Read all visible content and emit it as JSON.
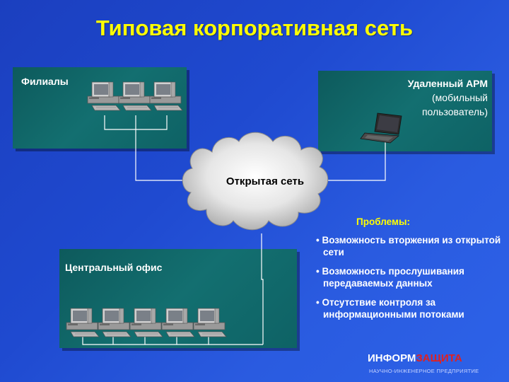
{
  "title": "Типовая корпоративная сеть",
  "branches": {
    "label": "Филиалы",
    "computers": 3
  },
  "remote": {
    "label_line1": "Удаленный АРМ",
    "label_line2": "(мобильный",
    "label_line3": "пользователь)"
  },
  "central": {
    "label": "Центральный офис",
    "computers": 5
  },
  "cloud": {
    "label": "Открытая сеть"
  },
  "problems": {
    "title": "Проблемы:",
    "items": [
      "Возможность вторжения из открытой сети",
      "Возможность прослушивания передаваемых данных",
      "Отсутствие контроля за информационными потоками"
    ]
  },
  "logo": {
    "part1": "ИНФОРМ",
    "part2": "ЗАЩИТА",
    "subtitle": "НАУЧНО-ИНЖЕНЕРНОЕ ПРЕДПРИЯТИЕ"
  },
  "colors": {
    "title": "#ffff00",
    "panel": "#136f70",
    "background": "#1f4ad0",
    "logo_accent": "#e02020"
  }
}
